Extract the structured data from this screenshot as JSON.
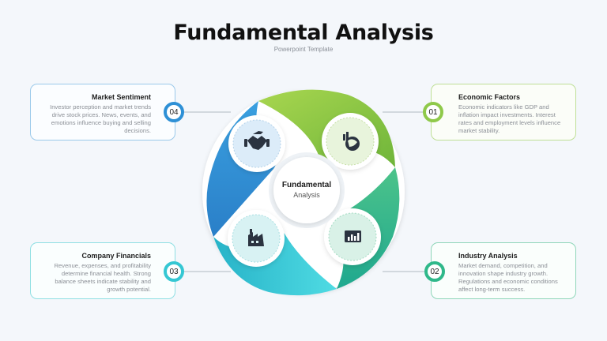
{
  "header": {
    "title": "Fundamental Analysis",
    "subtitle": "Powerpoint Template"
  },
  "center": {
    "title": "Fundamental",
    "subtitle": "Analysis"
  },
  "colors": {
    "segment_green": "#8cc63f",
    "segment_teal_green": "#2fb68c",
    "segment_cyan": "#34c9d6",
    "segment_blue": "#2f8fd5"
  },
  "items": [
    {
      "number": "01",
      "title": "Economic Factors",
      "text": "Economic indicators like GDP and inflation impact investments. Interest rates and employment levels influence market stability.",
      "icon": "economy-globe-icon"
    },
    {
      "number": "02",
      "title": "Industry Analysis",
      "text": "Market demand, competition, and innovation shape industry growth. Regulations and economic conditions affect long-term success.",
      "icon": "presentation-chart-icon"
    },
    {
      "number": "03",
      "title": "Company Financials",
      "text": "Revenue, expenses, and profitability determine financial health. Strong balance sheets indicate stability and growth potential.",
      "icon": "factory-icon"
    },
    {
      "number": "04",
      "title": "Market Sentiment",
      "text": "Investor perception and market trends drive stock prices. News, events, and emotions influence buying and selling decisions.",
      "icon": "handshake-icon"
    }
  ]
}
